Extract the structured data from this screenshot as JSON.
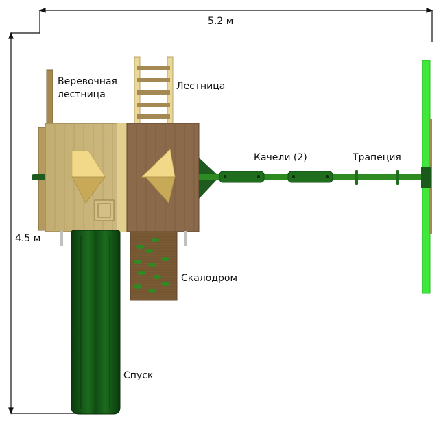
{
  "dimensions": {
    "width_label": "5.2 м",
    "depth_label": "4.5 м"
  },
  "labels": {
    "rope_ladder_line1": "Веревочная",
    "rope_ladder_line2": "лестница",
    "ladder": "Лестница",
    "swings": "Качели (2)",
    "trapeze": "Трапеция",
    "climbing_wall": "Скалодром",
    "slide": "Спуск"
  },
  "colors": {
    "wood_light": "#c9b47a",
    "wood_dark": "#8a6a4a",
    "wood_post": "#a48a52",
    "green_dark": "#0f4d12",
    "green_mid": "#2e8b22",
    "green_bright": "#41e83c",
    "sunshade": "#f2d98a",
    "wall_brown": "#7a5a35"
  }
}
